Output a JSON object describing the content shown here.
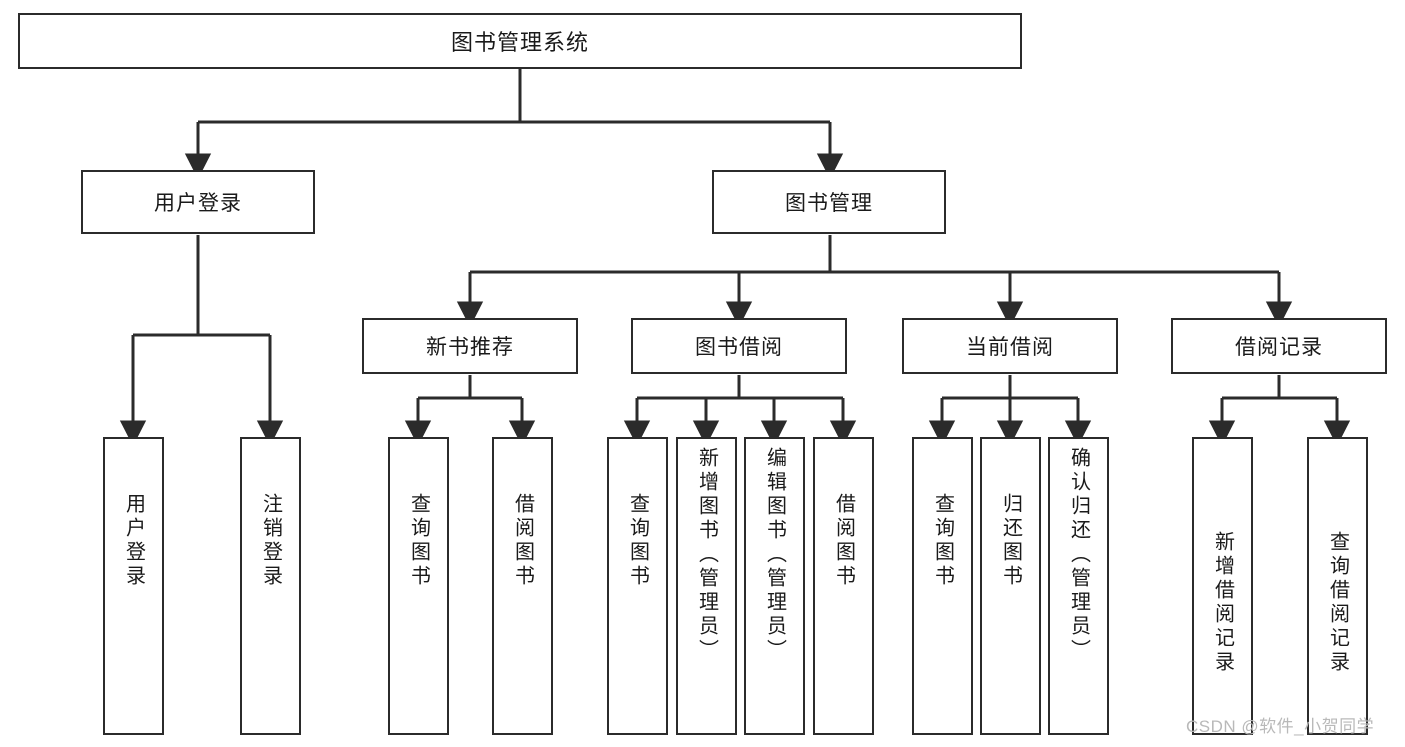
{
  "diagram": {
    "title_node": {
      "label": "图书管理系统"
    },
    "level1": [
      {
        "id": "user-login",
        "label": "用户登录"
      },
      {
        "id": "book-management",
        "label": "图书管理"
      }
    ],
    "level2": [
      {
        "id": "new-book-recommend",
        "label": "新书推荐"
      },
      {
        "id": "book-borrow",
        "label": "图书借阅"
      },
      {
        "id": "current-borrow",
        "label": "当前借阅"
      },
      {
        "id": "borrow-record",
        "label": "借阅记录"
      }
    ],
    "leaves": {
      "user_login": [
        {
          "id": "leaf-user-login",
          "label": "用户登录"
        },
        {
          "id": "leaf-logout-login",
          "label": "注销登录"
        }
      ],
      "new_book_recommend": [
        {
          "id": "leaf-query-book-1",
          "label": "查询图书"
        },
        {
          "id": "leaf-borrow-book-1",
          "label": "借阅图书"
        }
      ],
      "book_borrow": [
        {
          "id": "leaf-query-book-2",
          "label": "查询图书"
        },
        {
          "id": "leaf-add-book",
          "label": "新增图书（管理员）"
        },
        {
          "id": "leaf-edit-book",
          "label": "编辑图书（管理员）"
        },
        {
          "id": "leaf-borrow-book-2",
          "label": "借阅图书"
        }
      ],
      "current_borrow": [
        {
          "id": "leaf-query-book-3",
          "label": "查询图书"
        },
        {
          "id": "leaf-return-book",
          "label": "归还图书"
        },
        {
          "id": "leaf-confirm-return",
          "label": "确认归还（管理员）"
        }
      ],
      "borrow_record": [
        {
          "id": "leaf-add-record",
          "label": "新增借阅记录"
        },
        {
          "id": "leaf-query-record",
          "label": "查询借阅记录"
        }
      ]
    }
  },
  "watermark": {
    "text": "CSDN @软件_小贺同学"
  },
  "colors": {
    "stroke": "#2b2b2b",
    "fill": "#ffffff",
    "text": "#1a1a1a",
    "watermark": "#b9b9b9"
  }
}
